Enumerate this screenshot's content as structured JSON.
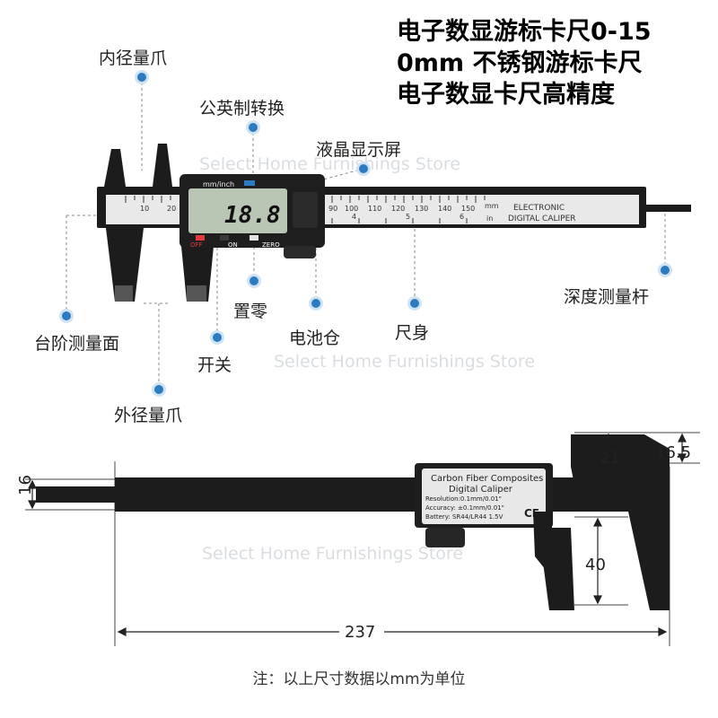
{
  "title": {
    "line1": "电子数显游标卡尺0-15",
    "line2": "0mm 不锈钢游标卡尺",
    "line3": "电子数显卡尺高精度"
  },
  "callouts": {
    "inner_jaw": "内径量爪",
    "unit_switch": "公英制转换",
    "lcd": "液晶显示屏",
    "depth_rod": "深度测量杆",
    "step_face": "台阶测量面",
    "zero": "置零",
    "battery": "电池仓",
    "body": "尺身",
    "power": "开关",
    "outer_jaw": "外径量爪"
  },
  "caliper_front": {
    "unit_label": "mm/inch",
    "display_value": "18.8",
    "buttons": [
      "OFF",
      "ON",
      "ZERO"
    ],
    "brand_line1": "ELECTRONIC",
    "brand_line2": "DIGITAL CALIPER",
    "scale_left": [
      "10",
      "20"
    ],
    "scale_right": [
      "90",
      "100",
      "110",
      "120",
      "130",
      "140",
      "150"
    ],
    "inch_marks": [
      "4",
      "5",
      "6"
    ],
    "unit_mm": "mm",
    "unit_in": "in"
  },
  "caliper_back": {
    "label_line1": "Carbon Fiber Composites",
    "label_line2": "Digital Caliper",
    "resolution": "Resolution:0.1mm/0.01\"",
    "accuracy": "Accuracy: ±0.1mm/0.01\"",
    "battery": "Battery: SR44/LR44 1.5V",
    "ce_mark": "CE"
  },
  "dimensions": {
    "rod_height": "16",
    "jaw_gap": "21",
    "jaw_width": "16.5",
    "jaw_length": "40",
    "total_length": "237"
  },
  "watermark": "Select Home Furnishings Store",
  "note": "注：以上尺寸数据以mm为单位",
  "colors": {
    "accent_dot": "#2a7bc0",
    "caliper_body": "#1c1c1c",
    "lcd": "#b9c6b4"
  }
}
